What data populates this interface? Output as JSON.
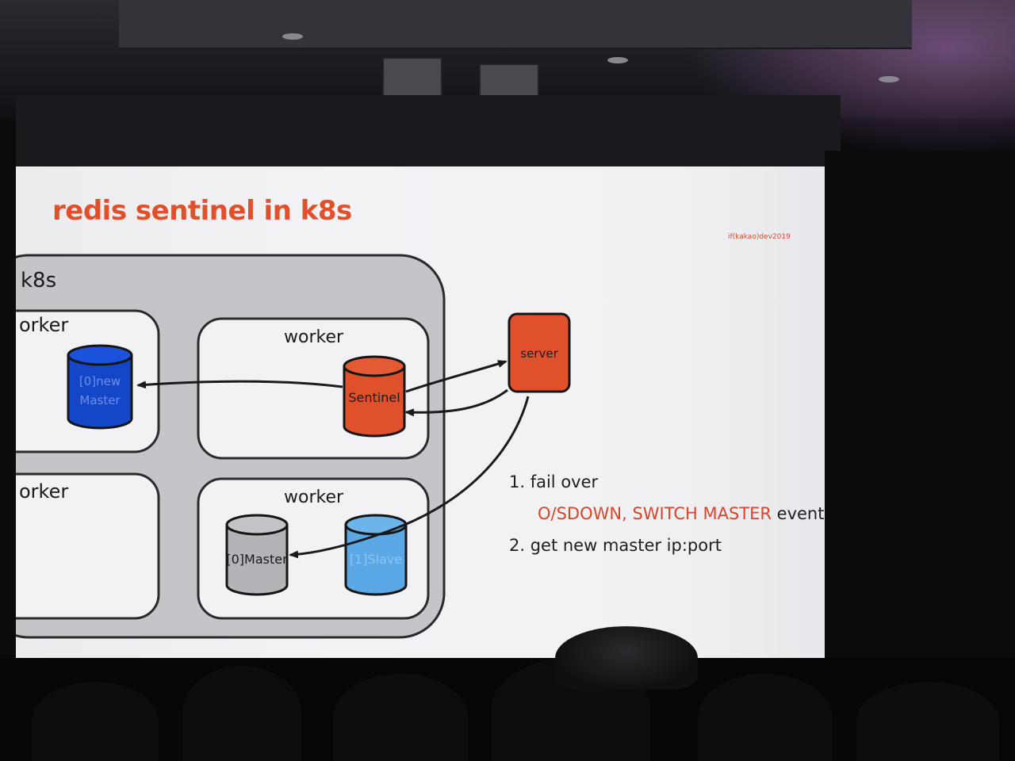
{
  "slide": {
    "title": "redis sentinel in k8s",
    "brand": "if(kakao)dev2019"
  },
  "diagram": {
    "cluster_label": "k8s",
    "workers": [
      {
        "label": "orker",
        "node": {
          "label_line1": "[0]new",
          "label_line2": "Master",
          "color": "#1446c8"
        }
      },
      {
        "label": "worker",
        "node": {
          "label": "Sentinel",
          "color": "#e0502a"
        }
      },
      {
        "label": "orker"
      },
      {
        "label": "worker",
        "nodes": [
          {
            "label": "[0]Master",
            "color": "#b4b4b8"
          },
          {
            "label": "[1]Slave",
            "color": "#5aa8e6"
          }
        ]
      }
    ],
    "server": {
      "label": "server",
      "color": "#e0502a"
    }
  },
  "notes": {
    "step1": "1. fail over",
    "step1_detail_red": "O/SDOWN, SWITCH MASTER",
    "step1_detail_black": " event",
    "step2": "2. get new master ip:port"
  },
  "colors": {
    "accent": "#e0502a",
    "master_blue": "#1446c8",
    "slave_blue": "#5aa8e6",
    "old_master_gray": "#b4b4b8"
  }
}
